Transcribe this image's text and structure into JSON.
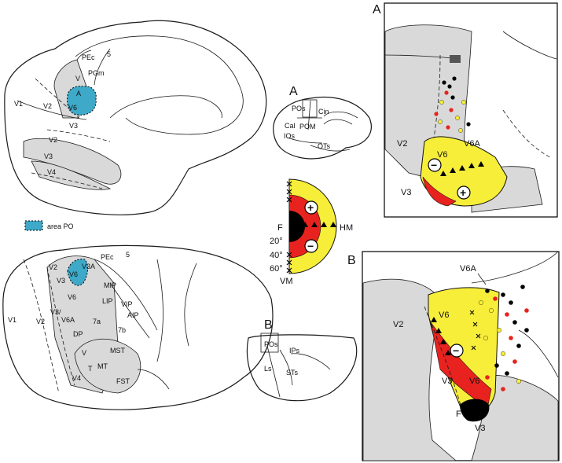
{
  "colors": {
    "area_po": "#3ea9c8",
    "red": "#e8231f",
    "yellow": "#f7ee3a",
    "black": "#000000",
    "gray": "#d9d9d9"
  },
  "medial_view": {
    "labels": [
      "V1",
      "V2",
      "V3",
      "V6",
      "A",
      "V",
      "PEc",
      "PGm",
      "5",
      "V2",
      "V3",
      "V4"
    ]
  },
  "legend": {
    "swatch_label": "area PO"
  },
  "dorsal_view": {
    "labels": [
      "V1",
      "V2",
      "V3",
      "V6",
      "V3A",
      "PEc",
      "5",
      "MIP",
      "LIP",
      "VIP",
      "AIP",
      "V3/",
      "V6A",
      "V6",
      "7a",
      "7b",
      "DP",
      "MST",
      "MT",
      "FST",
      "V",
      "T",
      "V4",
      "V2"
    ]
  },
  "small_medial": {
    "panel": "A",
    "labels": [
      "POs",
      "Cin",
      "Cal",
      "POM",
      "IOs",
      "OTs"
    ]
  },
  "small_dorsal": {
    "panel": "B",
    "labels": [
      "POs",
      "IPs",
      "Ls",
      "STs"
    ]
  },
  "field_map": {
    "labels": {
      "fovea": "F",
      "hm": "HM",
      "vm": "VM"
    },
    "eccentricities": [
      "20°",
      "40°",
      "60°"
    ],
    "upper_sign": "+",
    "lower_sign": "−"
  },
  "panel_a": {
    "letter": "A",
    "labels": [
      "V2",
      "V6A",
      "V6",
      "V3"
    ],
    "signs": [
      "−",
      "+"
    ]
  },
  "panel_b": {
    "letter": "B",
    "labels": [
      "V6A",
      "V2",
      "V6",
      "V3",
      "V6",
      "V3",
      "F"
    ],
    "sign": "−"
  }
}
